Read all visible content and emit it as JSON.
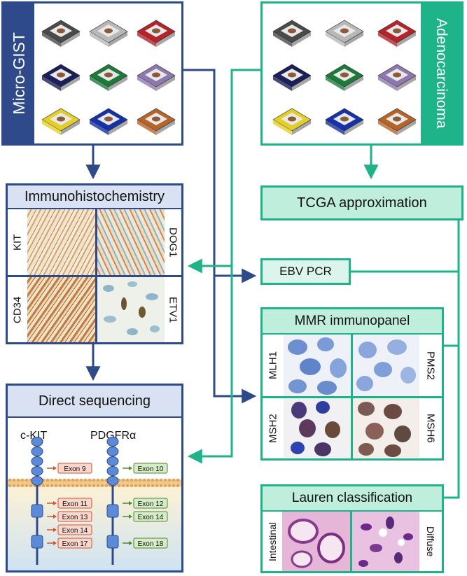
{
  "micro_gist": {
    "label": "Micro-GIST",
    "block_colors": [
      "#4a4a4a",
      "#b8b8b8",
      "#b3242b",
      "#1b1f5a",
      "#1d7a3a",
      "#8f78b0",
      "#e4cf2a",
      "#1632a6",
      "#b5652a"
    ]
  },
  "adenocarcinoma": {
    "label": "Adenocarcinoma",
    "block_colors": [
      "#4a4a4a",
      "#b8b8b8",
      "#b3242b",
      "#1b1f5a",
      "#1d7a3a",
      "#8f78b0",
      "#e4cf2a",
      "#1632a6",
      "#b5652a"
    ]
  },
  "immunohistochemistry": {
    "title": "Immunohistochemistry",
    "markers": [
      "KIT",
      "DOG1",
      "CD34",
      "ETV1"
    ]
  },
  "tcga": {
    "title": "TCGA approximation"
  },
  "ebv": {
    "title": "EBV PCR"
  },
  "mmr": {
    "title": "MMR immunopanel",
    "markers": [
      "MLH1",
      "PMS2",
      "MSH2",
      "MSH6"
    ]
  },
  "sequencing": {
    "title": "Direct sequencing",
    "kit_label": "c-KIT",
    "pdgfra_label": "PDGFRα",
    "kit_exons": [
      "Exon 9",
      "Exon 11",
      "Exon 13",
      "Exon 14",
      "Exon 17"
    ],
    "pdgfra_exons": [
      "Exon 10",
      "Exon 12",
      "Exon 14",
      "Exon 18"
    ]
  },
  "lauren": {
    "title": "Lauren classification",
    "types": [
      "Intestinal",
      "Diffuse"
    ]
  },
  "colors": {
    "navy": "#2e4a8a",
    "teal": "#1fb38a",
    "blue_header": "#d9e2f3",
    "green_header": "#bfeedd",
    "exon_orange": "#f9d7cf",
    "exon_green": "#d6ecc8"
  }
}
